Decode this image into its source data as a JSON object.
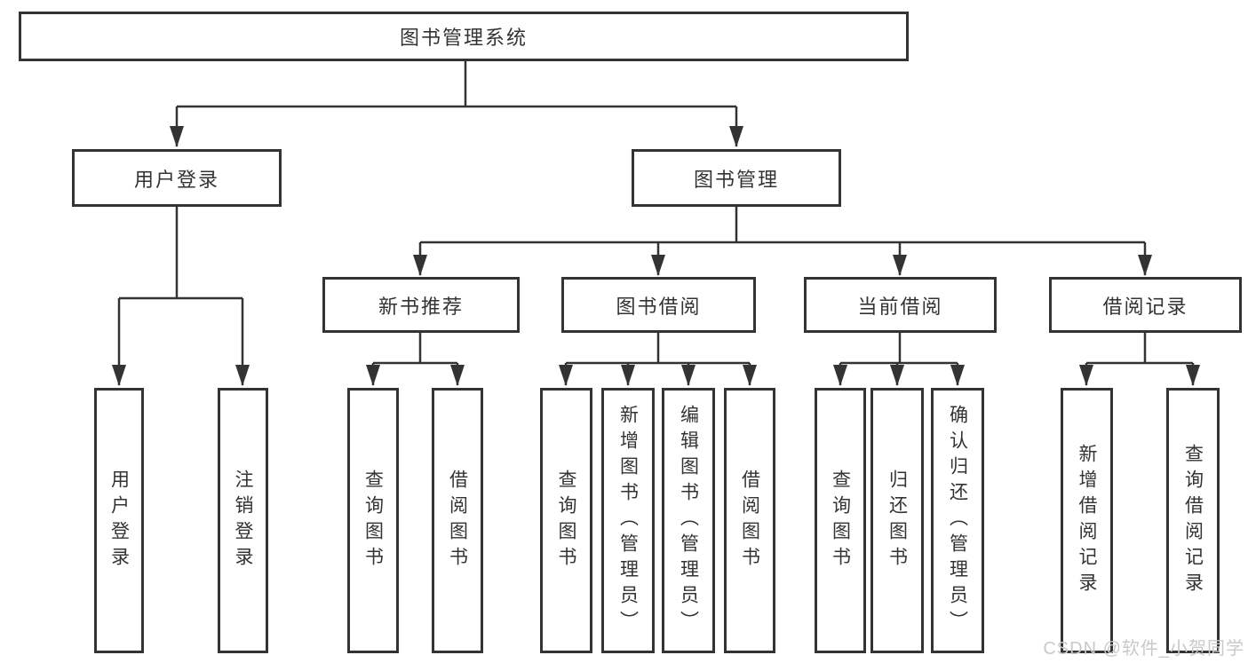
{
  "tree": {
    "root": {
      "label": "图书管理系统",
      "children": [
        {
          "label": "用户登录",
          "children": [
            {
              "label": "用户登录"
            },
            {
              "label": "注销登录"
            }
          ]
        },
        {
          "label": "图书管理",
          "children": [
            {
              "label": "新书推荐",
              "children": [
                {
                  "label": "查询图书"
                },
                {
                  "label": "借阅图书"
                }
              ]
            },
            {
              "label": "图书借阅",
              "children": [
                {
                  "label": "查询图书"
                },
                {
                  "label": "新增图书（管理员）"
                },
                {
                  "label": "编辑图书（管理员）"
                },
                {
                  "label": "借阅图书"
                }
              ]
            },
            {
              "label": "当前借阅",
              "children": [
                {
                  "label": "查询图书"
                },
                {
                  "label": "归还图书"
                },
                {
                  "label": "确认归还（管理员）"
                }
              ]
            },
            {
              "label": "借阅记录",
              "children": [
                {
                  "label": "新增借阅记录"
                },
                {
                  "label": "查询借阅记录"
                }
              ]
            }
          ]
        }
      ]
    }
  },
  "watermark": {
    "text": "CSDN @软件_小贺同学"
  },
  "colors": {
    "line": "#333333",
    "box_border": "#333333",
    "box_fill": "#ffffff",
    "text": "#333333",
    "watermark": "#c9c9c9",
    "background": "#ffffff"
  }
}
